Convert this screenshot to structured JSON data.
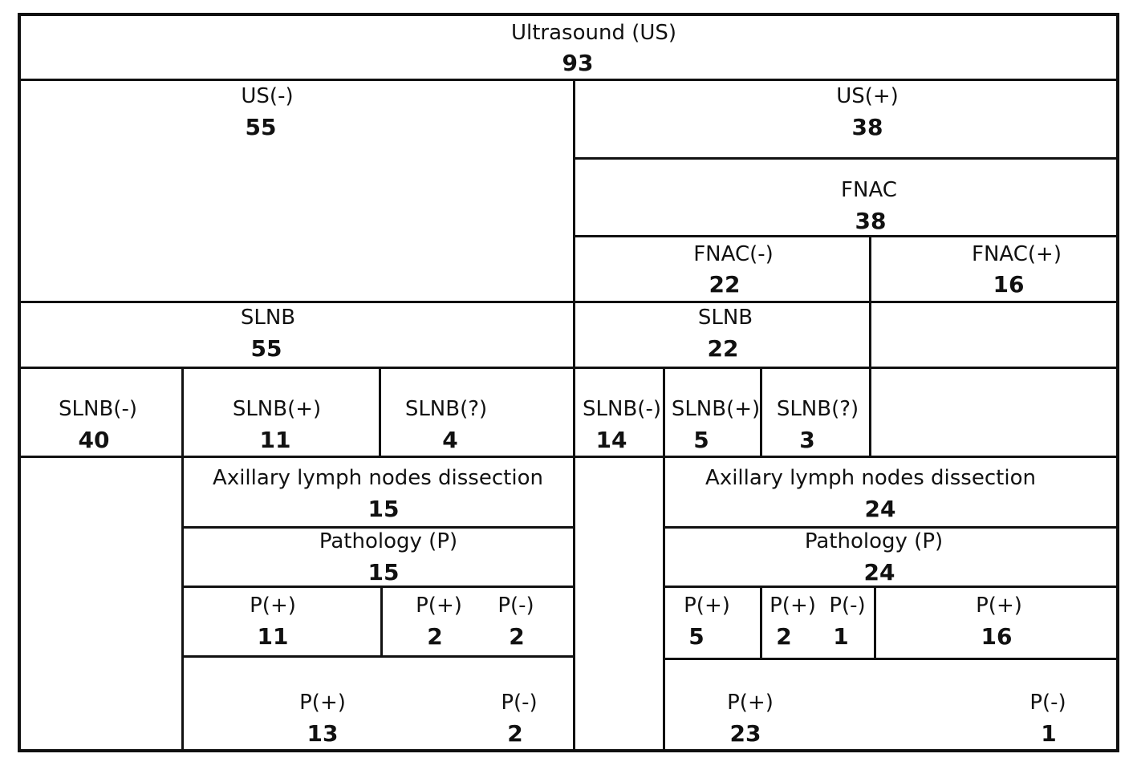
{
  "us": {
    "label": "Ultrasound (US)",
    "value": "93"
  },
  "usneg": {
    "label": "US(-)",
    "value": "55"
  },
  "uspos": {
    "label": "US(+)",
    "value": "38"
  },
  "fnac": {
    "label": "FNAC",
    "value": "38"
  },
  "fnacneg": {
    "label": "FNAC(-)",
    "value": "22"
  },
  "fnacpos": {
    "label": "FNAC(+)",
    "value": "16"
  },
  "slnb_left": {
    "label": "SLNB",
    "value": "55"
  },
  "slnb_right": {
    "label": "SLNB",
    "value": "22"
  },
  "l_slnbneg": {
    "label": "SLNB(-)",
    "value": "40"
  },
  "l_slnbpos": {
    "label": "SLNB(+)",
    "value": "11"
  },
  "l_slnbq": {
    "label": "SLNB(?)",
    "value": "4"
  },
  "r_slnbneg": {
    "label": "SLNB(-)",
    "value": "14"
  },
  "r_slnbpos": {
    "label": "SLNB(+)",
    "value": "5"
  },
  "r_slnbq": {
    "label": "SLNB(?)",
    "value": "3"
  },
  "l_alnd": {
    "label": "Axillary lymph nodes dissection",
    "value": "15"
  },
  "r_alnd": {
    "label": "Axillary lymph nodes dissection",
    "value": "24"
  },
  "l_path": {
    "label": "Pathology (P)",
    "value": "15"
  },
  "r_path": {
    "label": "Pathology (P)",
    "value": "24"
  },
  "l_p1": {
    "label": "P(+)",
    "value": "11"
  },
  "l_p2": {
    "label": "P(+)",
    "value": "2"
  },
  "l_p3": {
    "label": "P(-)",
    "value": "2"
  },
  "r_p1": {
    "label": "P(+)",
    "value": "5"
  },
  "r_p2": {
    "label": "P(+)",
    "value": "2"
  },
  "r_p3": {
    "label": "P(-)",
    "value": "1"
  },
  "r_p4": {
    "label": "P(+)",
    "value": "16"
  },
  "l_tot_pos": {
    "label": "P(+)",
    "value": "13"
  },
  "l_tot_neg": {
    "label": "P(-)",
    "value": "2"
  },
  "r_tot_pos": {
    "label": "P(+)",
    "value": "23"
  },
  "r_tot_neg": {
    "label": "P(-)",
    "value": "1"
  }
}
